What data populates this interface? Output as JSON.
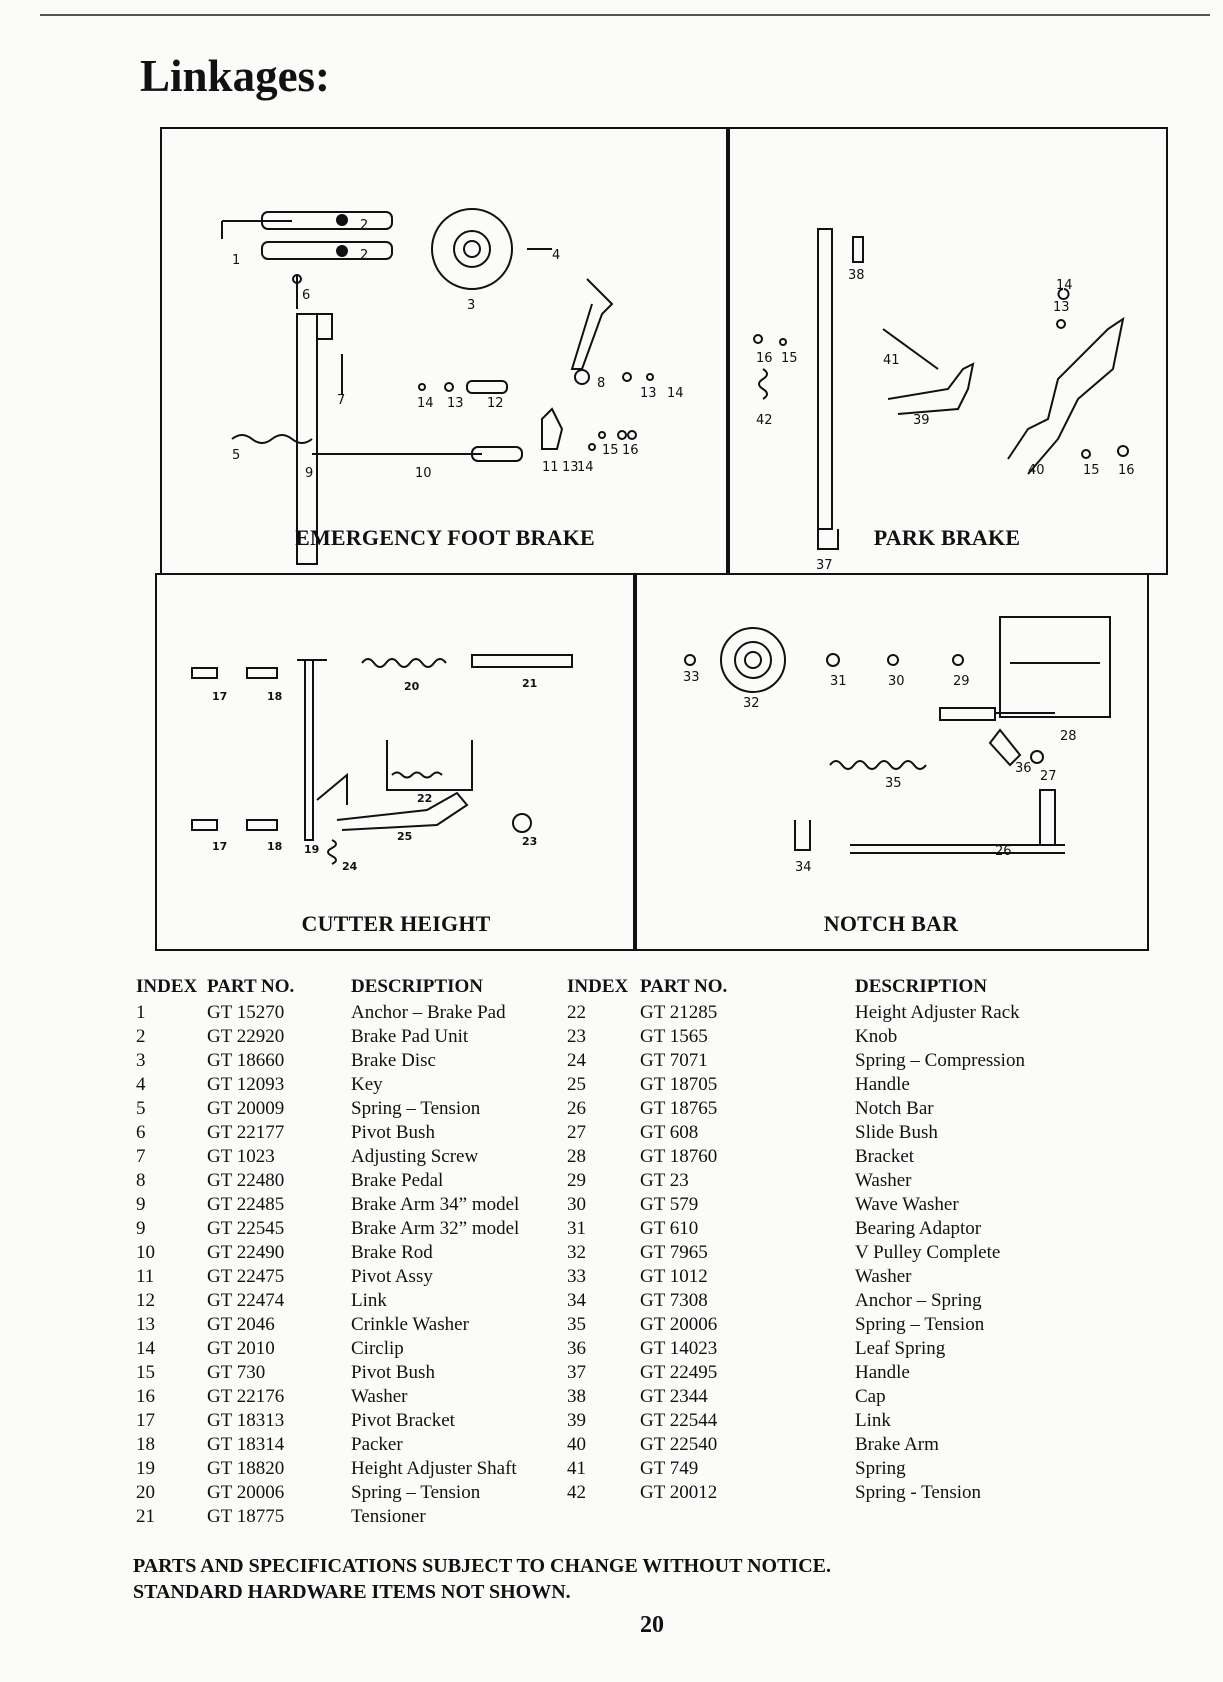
{
  "page": {
    "title": "Linkages:",
    "page_number": "20",
    "notes": [
      "PARTS AND SPECIFICATIONS SUBJECT TO CHANGE WITHOUT NOTICE.",
      "STANDARD HARDWARE ITEMS NOT SHOWN."
    ]
  },
  "panels": {
    "emergency": {
      "title": "EMERGENCY FOOT BRAKE",
      "labels": [
        "1",
        "2",
        "2",
        "3",
        "4",
        "5",
        "6",
        "7",
        "8",
        "9",
        "10",
        "11",
        "12",
        "13",
        "13",
        "13",
        "14",
        "14",
        "14",
        "15",
        "16"
      ]
    },
    "park": {
      "title": "PARK BRAKE",
      "labels": [
        "13",
        "14",
        "15",
        "15",
        "16",
        "16",
        "37",
        "38",
        "39",
        "40",
        "41",
        "42"
      ]
    },
    "cutter": {
      "title": "CUTTER HEIGHT",
      "labels": [
        "17",
        "17",
        "18",
        "18",
        "19",
        "20",
        "21",
        "22",
        "23",
        "24",
        "25"
      ]
    },
    "notch": {
      "title": "NOTCH BAR",
      "labels": [
        "26",
        "27",
        "28",
        "29",
        "30",
        "31",
        "32",
        "33",
        "34",
        "35",
        "36"
      ]
    }
  },
  "table": {
    "headers": {
      "index": "INDEX",
      "part": "PART NO.",
      "description": "DESCRIPTION"
    },
    "left": [
      {
        "index": "1",
        "part": "GT 15270",
        "desc": "Anchor – Brake Pad"
      },
      {
        "index": "2",
        "part": "GT 22920",
        "desc": "Brake Pad Unit"
      },
      {
        "index": "3",
        "part": "GT 18660",
        "desc": "Brake Disc"
      },
      {
        "index": "4",
        "part": "GT 12093",
        "desc": "Key"
      },
      {
        "index": "5",
        "part": "GT 20009",
        "desc": "Spring – Tension"
      },
      {
        "index": "6",
        "part": "GT 22177",
        "desc": "Pivot Bush"
      },
      {
        "index": "7",
        "part": "GT 1023",
        "desc": "Adjusting Screw"
      },
      {
        "index": "8",
        "part": "GT 22480",
        "desc": "Brake Pedal"
      },
      {
        "index": "9",
        "part": "GT 22485",
        "desc": "Brake Arm 34” model"
      },
      {
        "index": "9",
        "part": "GT 22545",
        "desc": "Brake Arm 32” model"
      },
      {
        "index": "10",
        "part": "GT 22490",
        "desc": "Brake Rod"
      },
      {
        "index": "11",
        "part": "GT 22475",
        "desc": "Pivot Assy"
      },
      {
        "index": "12",
        "part": "GT 22474",
        "desc": "Link"
      },
      {
        "index": "13",
        "part": "GT 2046",
        "desc": "Crinkle Washer"
      },
      {
        "index": "14",
        "part": "GT 2010",
        "desc": "Circlip"
      },
      {
        "index": "15",
        "part": "GT 730",
        "desc": "Pivot Bush"
      },
      {
        "index": "16",
        "part": "GT 22176",
        "desc": "Washer"
      },
      {
        "index": "17",
        "part": "GT 18313",
        "desc": "Pivot Bracket"
      },
      {
        "index": "18",
        "part": "GT 18314",
        "desc": "Packer"
      },
      {
        "index": "19",
        "part": "GT 18820",
        "desc": "Height Adjuster Shaft"
      },
      {
        "index": "20",
        "part": "GT 20006",
        "desc": "Spring – Tension"
      },
      {
        "index": "21",
        "part": "GT 18775",
        "desc": "Tensioner"
      }
    ],
    "right": [
      {
        "index": "22",
        "part": "GT 21285",
        "desc": "Height Adjuster Rack"
      },
      {
        "index": "23",
        "part": "GT 1565",
        "desc": "Knob"
      },
      {
        "index": "24",
        "part": "GT 7071",
        "desc": "Spring – Compression"
      },
      {
        "index": "25",
        "part": "GT 18705",
        "desc": "Handle"
      },
      {
        "index": "26",
        "part": "GT 18765",
        "desc": "Notch Bar"
      },
      {
        "index": "27",
        "part": "GT 608",
        "desc": "Slide Bush"
      },
      {
        "index": "28",
        "part": "GT 18760",
        "desc": "Bracket"
      },
      {
        "index": "29",
        "part": "GT 23",
        "desc": "Washer"
      },
      {
        "index": "30",
        "part": "GT 579",
        "desc": "Wave Washer"
      },
      {
        "index": "31",
        "part": "GT 610",
        "desc": "Bearing Adaptor"
      },
      {
        "index": "32",
        "part": "GT 7965",
        "desc": "V Pulley Complete"
      },
      {
        "index": "33",
        "part": "GT 1012",
        "desc": "Washer"
      },
      {
        "index": "34",
        "part": "GT 7308",
        "desc": "Anchor – Spring"
      },
      {
        "index": "35",
        "part": "GT 20006",
        "desc": "Spring – Tension"
      },
      {
        "index": "36",
        "part": "GT 14023",
        "desc": "Leaf Spring"
      },
      {
        "index": "37",
        "part": "GT 22495",
        "desc": "Handle"
      },
      {
        "index": "38",
        "part": "GT 2344",
        "desc": "Cap"
      },
      {
        "index": "39",
        "part": "GT 22544",
        "desc": "Link"
      },
      {
        "index": "40",
        "part": "GT 22540",
        "desc": "Brake Arm"
      },
      {
        "index": "41",
        "part": "GT 749",
        "desc": "Spring"
      },
      {
        "index": "42",
        "part": "GT 20012",
        "desc": "Spring - Tension"
      }
    ]
  }
}
